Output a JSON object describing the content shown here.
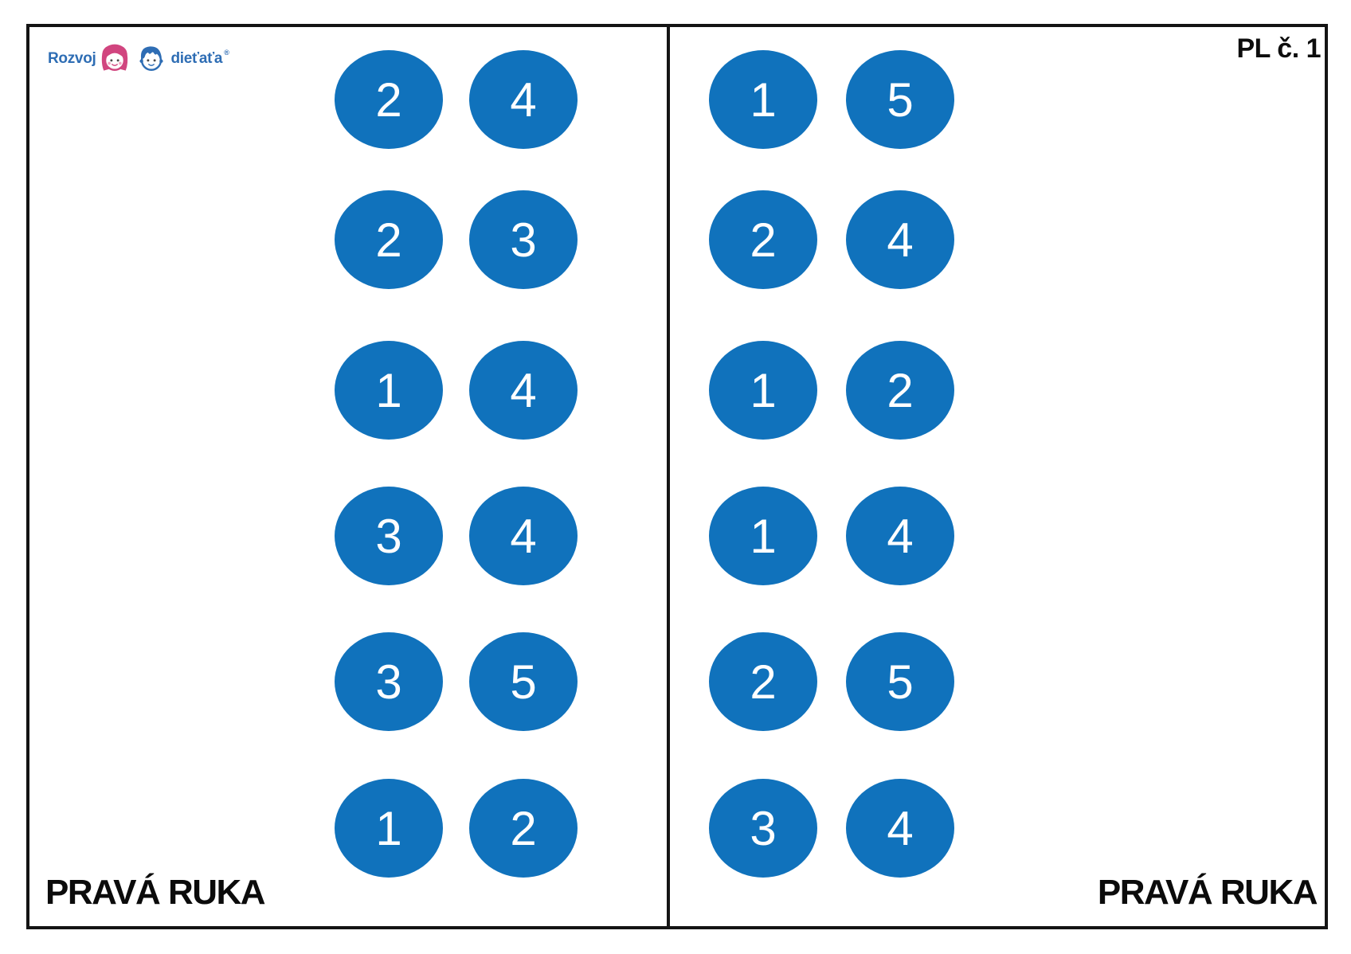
{
  "header": {
    "logo": {
      "word_left": "Rozvoj",
      "word_right": "dieťaťa",
      "registered": "®"
    },
    "sheet_label": "PL č. 1"
  },
  "colors": {
    "circle": "#1072BC",
    "logo_blue": "#2E6DB4",
    "logo_pink": "#D1457F"
  },
  "panels": [
    {
      "footer": "PRAVÁ RUKA",
      "rows": [
        {
          "left": "2",
          "right": "4"
        },
        {
          "left": "2",
          "right": "3"
        },
        {
          "left": "1",
          "right": "4"
        },
        {
          "left": "3",
          "right": "4"
        },
        {
          "left": "3",
          "right": "5"
        },
        {
          "left": "1",
          "right": "2"
        }
      ]
    },
    {
      "footer": "PRAVÁ RUKA",
      "rows": [
        {
          "left": "1",
          "right": "5"
        },
        {
          "left": "2",
          "right": "4"
        },
        {
          "left": "1",
          "right": "2"
        },
        {
          "left": "1",
          "right": "4"
        },
        {
          "left": "2",
          "right": "5"
        },
        {
          "left": "3",
          "right": "4"
        }
      ]
    }
  ]
}
